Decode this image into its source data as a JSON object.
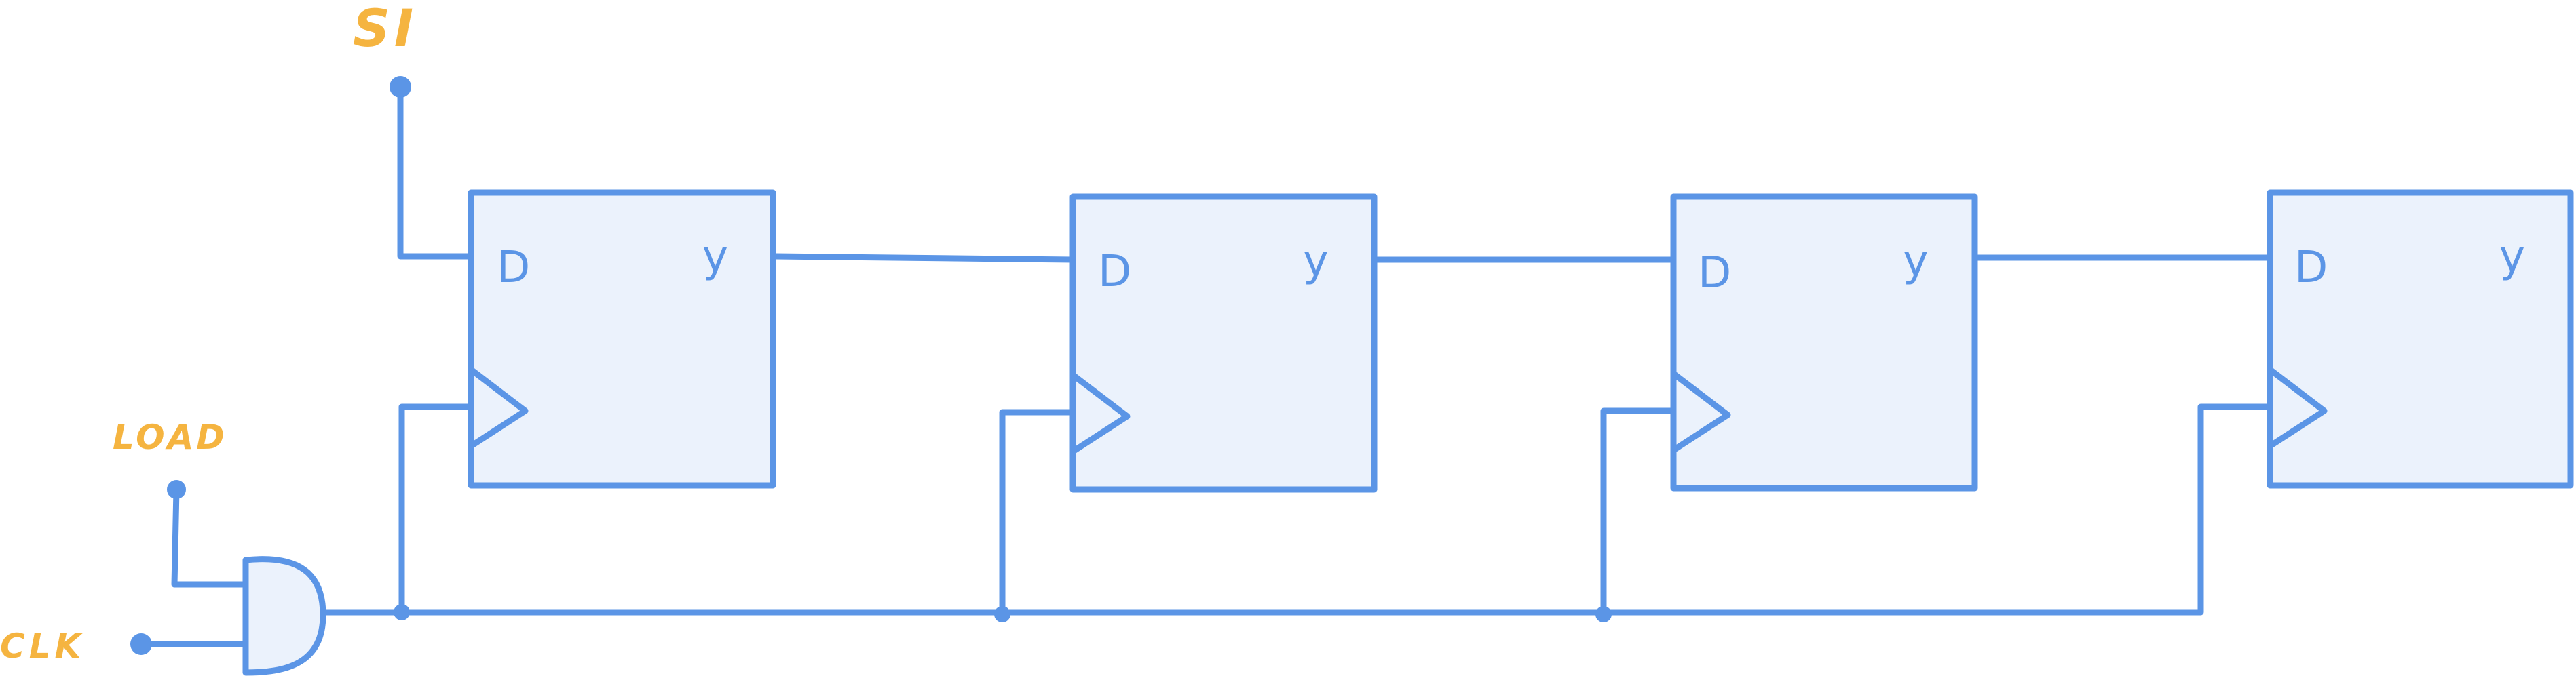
{
  "colors": {
    "wire": "#5b95e6",
    "fill": "#ebf2fc",
    "label": "#f5b440",
    "background": "#ffffff"
  },
  "inputs": {
    "si_label": "SI",
    "load_label": "LOAD",
    "clk_label": "CLK"
  },
  "gate": {
    "type": "AND"
  },
  "flip_flops": [
    {
      "d_label": "D",
      "q_label": "y"
    },
    {
      "d_label": "D",
      "q_label": "y"
    },
    {
      "d_label": "D",
      "q_label": "y"
    },
    {
      "d_label": "D",
      "q_label": "y"
    }
  ]
}
